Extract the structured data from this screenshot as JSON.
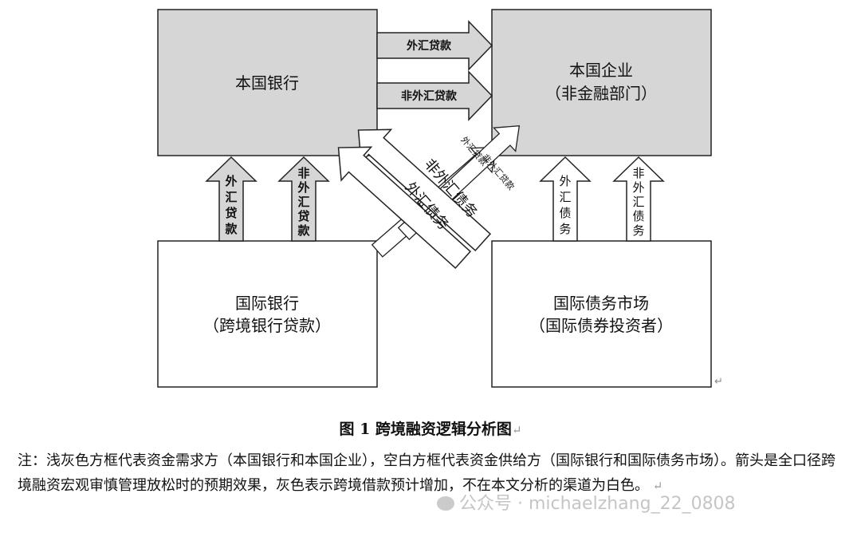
{
  "boxes": {
    "domestic_bank": "本国银行",
    "domestic_firm_line1": "本国企业",
    "domestic_firm_line2": "（非金融部门）",
    "intl_bank_line1": "国际银行",
    "intl_bank_line2": "（跨境银行贷款）",
    "intl_bond_line1": "国际债务市场",
    "intl_bond_line2": "（国际债券投资者）"
  },
  "arrows": {
    "top_fx_loan": "外汇贷款",
    "top_nonfx_loan": "非外汇贷款",
    "left_fx_loan_chars": [
      "外",
      "汇",
      "贷",
      "款"
    ],
    "left_nonfx_loan_chars": [
      "非",
      "外",
      "汇",
      "贷",
      "款"
    ],
    "right_fx_debt_chars": [
      "外",
      "汇",
      "债",
      "务"
    ],
    "right_nonfx_debt_chars": [
      "非",
      "外",
      "汇",
      "债",
      "务"
    ],
    "diag_nonfx_debt": "非外汇债务",
    "diag_fx_debt": "外汇债务",
    "diag_small_fx_loan": "外汇贷款",
    "diag_small_nonfx_loan": "非外汇贷款"
  },
  "colors": {
    "demand_box": "#d6d6d6",
    "supply_box": "#ffffff",
    "increase_arrow": "#d6d6d6",
    "not_analyzed_arrow": "#ffffff"
  },
  "caption": "图 1  跨境融资逻辑分析图",
  "note": "注：浅灰色方框代表资金需求方（本国银行和本国企业），空白方框代表资金供给方（国际银行和国际债务市场）。箭头是全口径跨境融资宏观审慎管理放松时的预期效果，灰色表示跨境借款预计增加，不在本文分析的渠道为白色。",
  "watermark": "公众号 · michaelzhang_22_0808"
}
